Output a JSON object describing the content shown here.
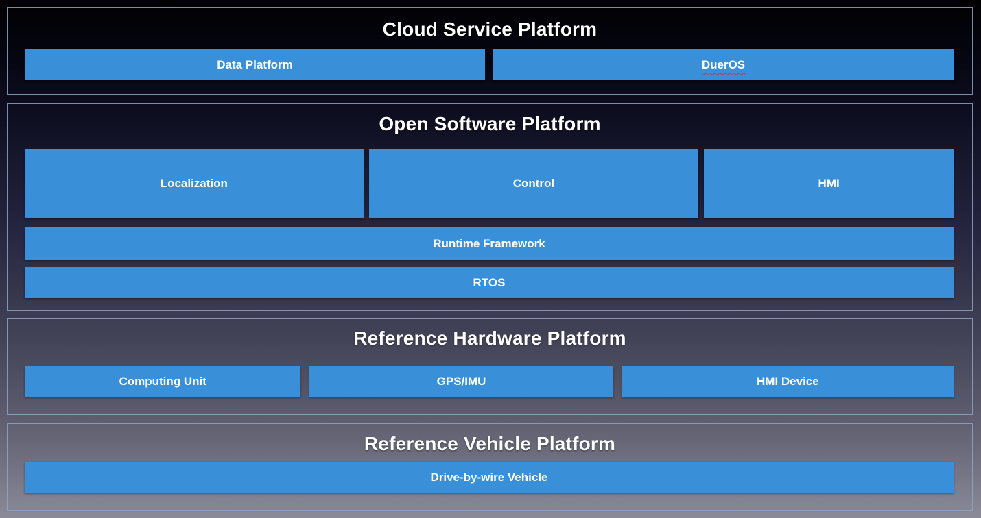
{
  "diagram": {
    "sections": [
      {
        "title": "Cloud Service Platform",
        "boxes": [
          {
            "label": "Data Platform"
          },
          {
            "label": "DuerOS"
          }
        ]
      },
      {
        "title": "Open Software Platform",
        "boxes": [
          {
            "label": "Localization"
          },
          {
            "label": "Control"
          },
          {
            "label": "HMI"
          },
          {
            "label": "Runtime Framework"
          },
          {
            "label": "RTOS"
          }
        ]
      },
      {
        "title": "Reference Hardware Platform",
        "boxes": [
          {
            "label": "Computing Unit"
          },
          {
            "label": "GPS/IMU"
          },
          {
            "label": "HMI Device"
          }
        ]
      },
      {
        "title": "Reference Vehicle Platform",
        "boxes": [
          {
            "label": "Drive-by-wire Vehicle"
          }
        ]
      }
    ],
    "colors": {
      "box_fill": "#3990d9",
      "section_border": "#8da6c7",
      "text": "#ffffff",
      "spellcheck_underline": "#d93025"
    }
  }
}
